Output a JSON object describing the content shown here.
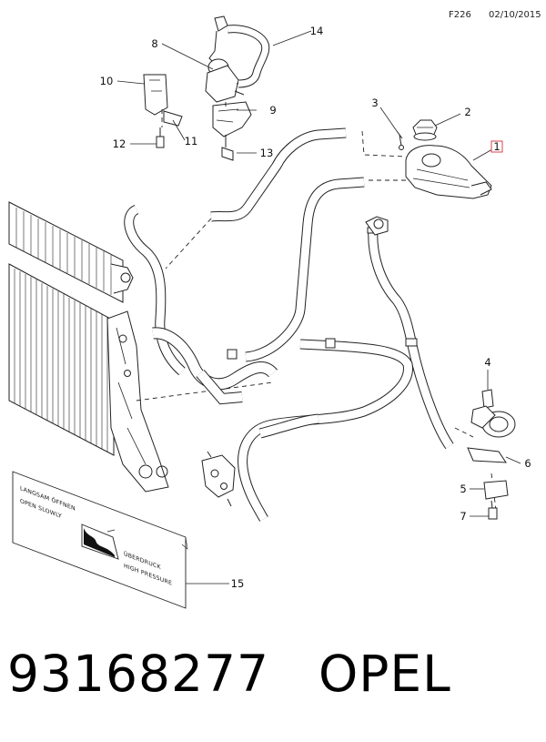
{
  "header": {
    "diagram_code": "F226",
    "date": "02/10/2015"
  },
  "callouts": {
    "c1": "1",
    "c2": "2",
    "c3": "3",
    "c4": "4",
    "c5": "5",
    "c6": "6",
    "c7": "7",
    "c8": "8",
    "c9": "9",
    "c10": "10",
    "c11": "11",
    "c12": "12",
    "c13": "13",
    "c14": "14",
    "c15": "15"
  },
  "warning_label": {
    "line1": "LANGSAM ÖFFNEN",
    "line2": "OPEN SLOWLY",
    "line3": "ÜBERDRUCK",
    "line4": "HIGH PRESSURE"
  },
  "footer": {
    "part_number": "93168277",
    "brand": "OPEL"
  },
  "colors": {
    "highlight": "#d9434f",
    "line": "#222222"
  }
}
